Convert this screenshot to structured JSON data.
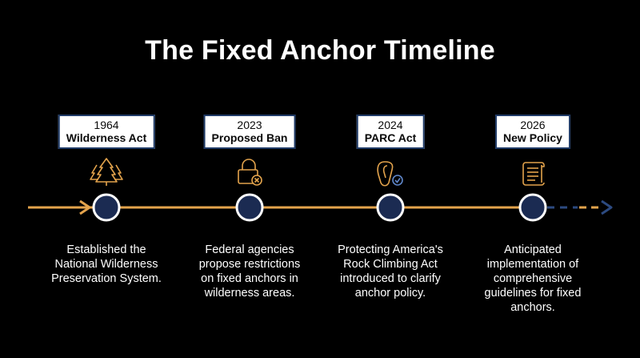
{
  "title": "The Fixed Anchor Timeline",
  "colors": {
    "background": "#000000",
    "line": "#e3a34c",
    "node_fill": "#1b2b52",
    "node_stroke": "#ffffff",
    "box_border": "#1f3a66",
    "future_dash": "#2c4a80"
  },
  "events": [
    {
      "year": "1964",
      "name": "Wilderness Act",
      "icon": "pine-trees-icon",
      "description": [
        "Established the",
        "National Wilderness",
        "Preservation System."
      ]
    },
    {
      "year": "2023",
      "name": "Proposed Ban",
      "icon": "padlock-cancel-icon",
      "description": [
        "Federal agencies",
        "propose restrictions",
        "on fixed anchors in",
        "wilderness areas."
      ]
    },
    {
      "year": "2024",
      "name": "PARC Act",
      "icon": "carabiner-check-icon",
      "description": [
        "Protecting America's",
        "Rock Climbing Act",
        "introduced to clarify",
        "anchor policy."
      ]
    },
    {
      "year": "2026",
      "name": "New Policy",
      "icon": "scroll-document-icon",
      "description": [
        "Anticipated",
        "implementation of",
        "comprehensive",
        "guidelines for fixed",
        "anchors."
      ]
    }
  ]
}
